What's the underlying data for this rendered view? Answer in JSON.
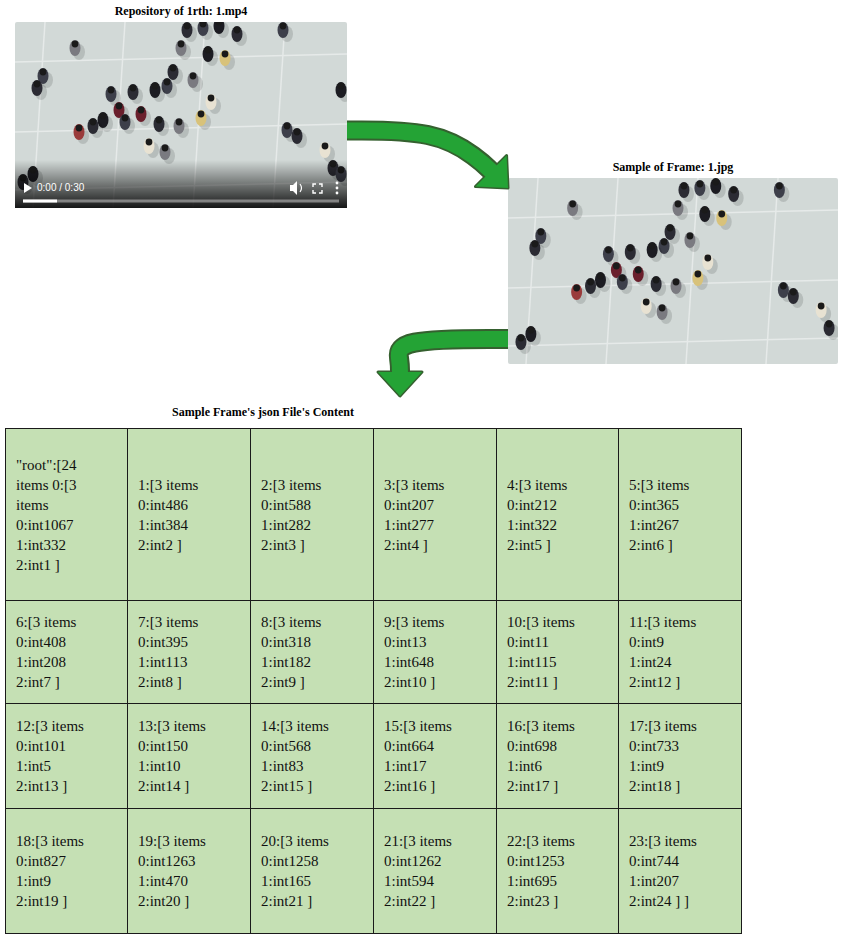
{
  "diagram": {
    "nodes": [
      {
        "text": [
          "Repository of 1rth: 1.mp4",
          "0:00 / 0:30"
        ]
      },
      {
        "text": [
          "Sample of Frame: 1.jpg"
        ]
      },
      {
        "text": [
          "Sample Frame's json File's Content"
        ]
      },
      {
        "text": [
          "\"root\":[24 items 0:[3 items 0:int1067 1:int332 2:int1 ]"
        ],
        "in": 2
      },
      {
        "text": [
          "1:[3 items 0:int486 1:int384 2:int2 ]"
        ],
        "in": 2
      },
      {
        "text": [
          "2:[3 items 0:int588 1:int282 2:int3 ]"
        ],
        "in": 2
      },
      {
        "text": [
          "3:[3 items 0:int207 1:int277 2:int4 ]"
        ],
        "in": 2
      },
      {
        "text": [
          "4:[3 items 0:int212 1:int322 2:int5 ]"
        ],
        "in": 2
      },
      {
        "text": [
          "5:[3 items 0:int365 1:int267 2:int6 ]"
        ],
        "in": 2
      },
      {
        "text": [
          "6:[3 items 0:int408 1:int208 2:int7 ]"
        ],
        "in": 2
      },
      {
        "text": [
          "7:[3 items 0:int395 1:int113 2:int8 ]"
        ],
        "in": 2
      },
      {
        "text": [
          "8:[3 items 0:int318 1:int182 2:int9 ]"
        ],
        "in": 2
      },
      {
        "text": [
          "9:[3 items 0:int13 1:int648 2:int10 ]"
        ],
        "in": 2
      },
      {
        "text": [
          "10:[3 items 0:int11 1:int115 2:int11 ]"
        ],
        "in": 2
      },
      {
        "text": [
          "11:[3 items 0:int9 1:int24 2:int12 ]"
        ],
        "in": 2
      },
      {
        "text": [
          "12:[3 items 0:int101 1:int5 2:int13 ]"
        ],
        "in": 2
      },
      {
        "text": [
          "13:[3 items 0:int150 1:int10 2:int14 ]"
        ],
        "in": 2
      },
      {
        "text": [
          "14:[3 items 0:int568 1:int83 2:int15 ]"
        ],
        "in": 2
      },
      {
        "text": [
          "15:[3 items 0:int664 1:int17 2:int16 ]"
        ],
        "in": 2
      },
      {
        "text": [
          "16:[3 items 0:int698 1:int6 2:int17 ]"
        ],
        "in": 2
      },
      {
        "text": [
          "17:[3 items 0:int733 1:int9 2:int18 ]"
        ],
        "in": 2
      },
      {
        "text": [
          "18:[3 items 0:int827 1:int9 2:int19 ]"
        ],
        "in": 2
      },
      {
        "text": [
          "19:[3 items 0:int1263 1:int470 2:int20 ]"
        ],
        "in": 2
      },
      {
        "text": [
          "20:[3 items 0:int1258 1:int165 2:int21 ]"
        ],
        "in": 2
      },
      {
        "text": [
          "21:[3 items 0:int1262 1:int594 2:int22 ]"
        ],
        "in": 2
      },
      {
        "text": [
          "22:[3 items 0:int1253 1:int695 2:int23 ]"
        ],
        "in": 2
      },
      {
        "text": [
          "23:[3 items 0:int744 1:int207 2:int24 ] ]"
        ],
        "in": 2
      }
    ],
    "edges": [
      {
        "from": 0,
        "to": 1,
        "arrow": "to"
      },
      {
        "from": 1,
        "to": 2,
        "arrow": "to"
      }
    ]
  }
}
